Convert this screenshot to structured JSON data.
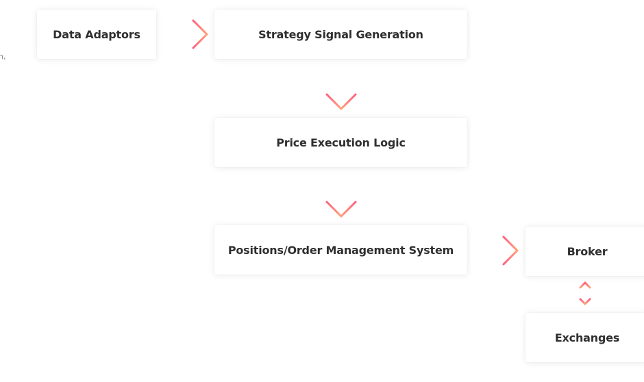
{
  "diagram": {
    "edge_text": "n,",
    "nodes": {
      "data_adaptors": "Data Adaptors",
      "strategy_signal_generation": "Strategy Signal Generation",
      "price_execution_logic": "Price Execution Logic",
      "positions_order_management": "Positions/Order Management System",
      "broker": "Broker",
      "exchanges": "Exchanges"
    },
    "colors": {
      "arrow_start": "#ff5f7e",
      "arrow_end": "#ffa07a",
      "label": "#2f2f2f"
    }
  }
}
